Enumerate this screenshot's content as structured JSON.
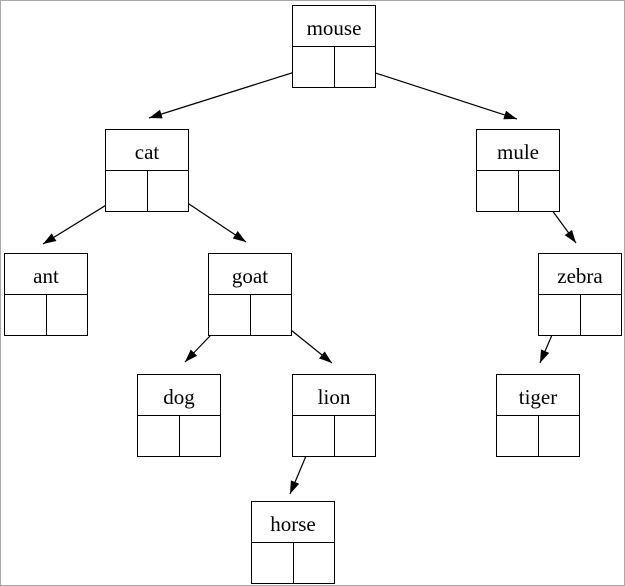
{
  "diagram": {
    "type": "binary-tree-node-diagram",
    "description": "Binary tree of animal names drawn as record nodes; each node has a name field on top and left/right pointer cells below, with arrows from pointer cells to child nodes.",
    "nodes": [
      {
        "id": "mouse",
        "label": "mouse"
      },
      {
        "id": "cat",
        "label": "cat"
      },
      {
        "id": "mule",
        "label": "mule"
      },
      {
        "id": "ant",
        "label": "ant"
      },
      {
        "id": "goat",
        "label": "goat"
      },
      {
        "id": "zebra",
        "label": "zebra"
      },
      {
        "id": "dog",
        "label": "dog"
      },
      {
        "id": "lion",
        "label": "lion"
      },
      {
        "id": "tiger",
        "label": "tiger"
      },
      {
        "id": "horse",
        "label": "horse"
      }
    ],
    "edges": [
      {
        "from": "mouse",
        "pointer": "left",
        "to": "cat"
      },
      {
        "from": "mouse",
        "pointer": "right",
        "to": "mule"
      },
      {
        "from": "cat",
        "pointer": "left",
        "to": "ant"
      },
      {
        "from": "cat",
        "pointer": "right",
        "to": "goat"
      },
      {
        "from": "mule",
        "pointer": "right",
        "to": "zebra"
      },
      {
        "from": "goat",
        "pointer": "left",
        "to": "dog"
      },
      {
        "from": "goat",
        "pointer": "right",
        "to": "lion"
      },
      {
        "from": "zebra",
        "pointer": "left",
        "to": "tiger"
      },
      {
        "from": "lion",
        "pointer": "left",
        "to": "horse"
      }
    ],
    "colors": {
      "line": "#000000",
      "background": "#ffffff",
      "canvas_border": "#a9a9a9"
    }
  }
}
